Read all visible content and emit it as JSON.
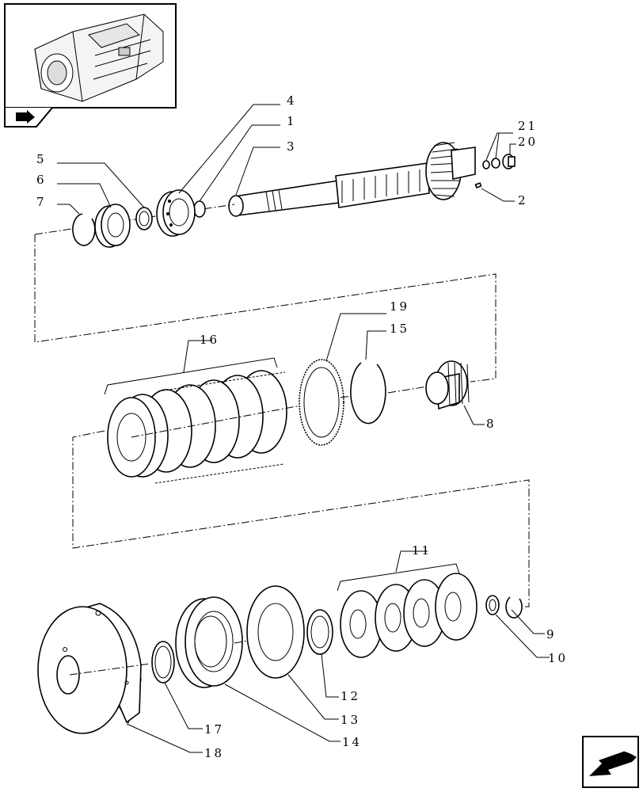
{
  "callouts": {
    "c1": "1",
    "c2": "2",
    "c3": "3",
    "c4": "4",
    "c5": "5",
    "c6": "6",
    "c7": "7",
    "c8": "8",
    "c9": "9",
    "c10": "10",
    "c11": "11",
    "c12": "12",
    "c13": "13",
    "c14": "14",
    "c15": "15",
    "c16": "16",
    "c17": "17",
    "c18": "18",
    "c19": "19",
    "c20": "20",
    "c21": "21"
  },
  "icons": {
    "thumbnail": "transmission-housing-thumbnail",
    "prev_nav": "previous-page-arrow-icon",
    "next_nav": "next-page-arrow-icon"
  }
}
